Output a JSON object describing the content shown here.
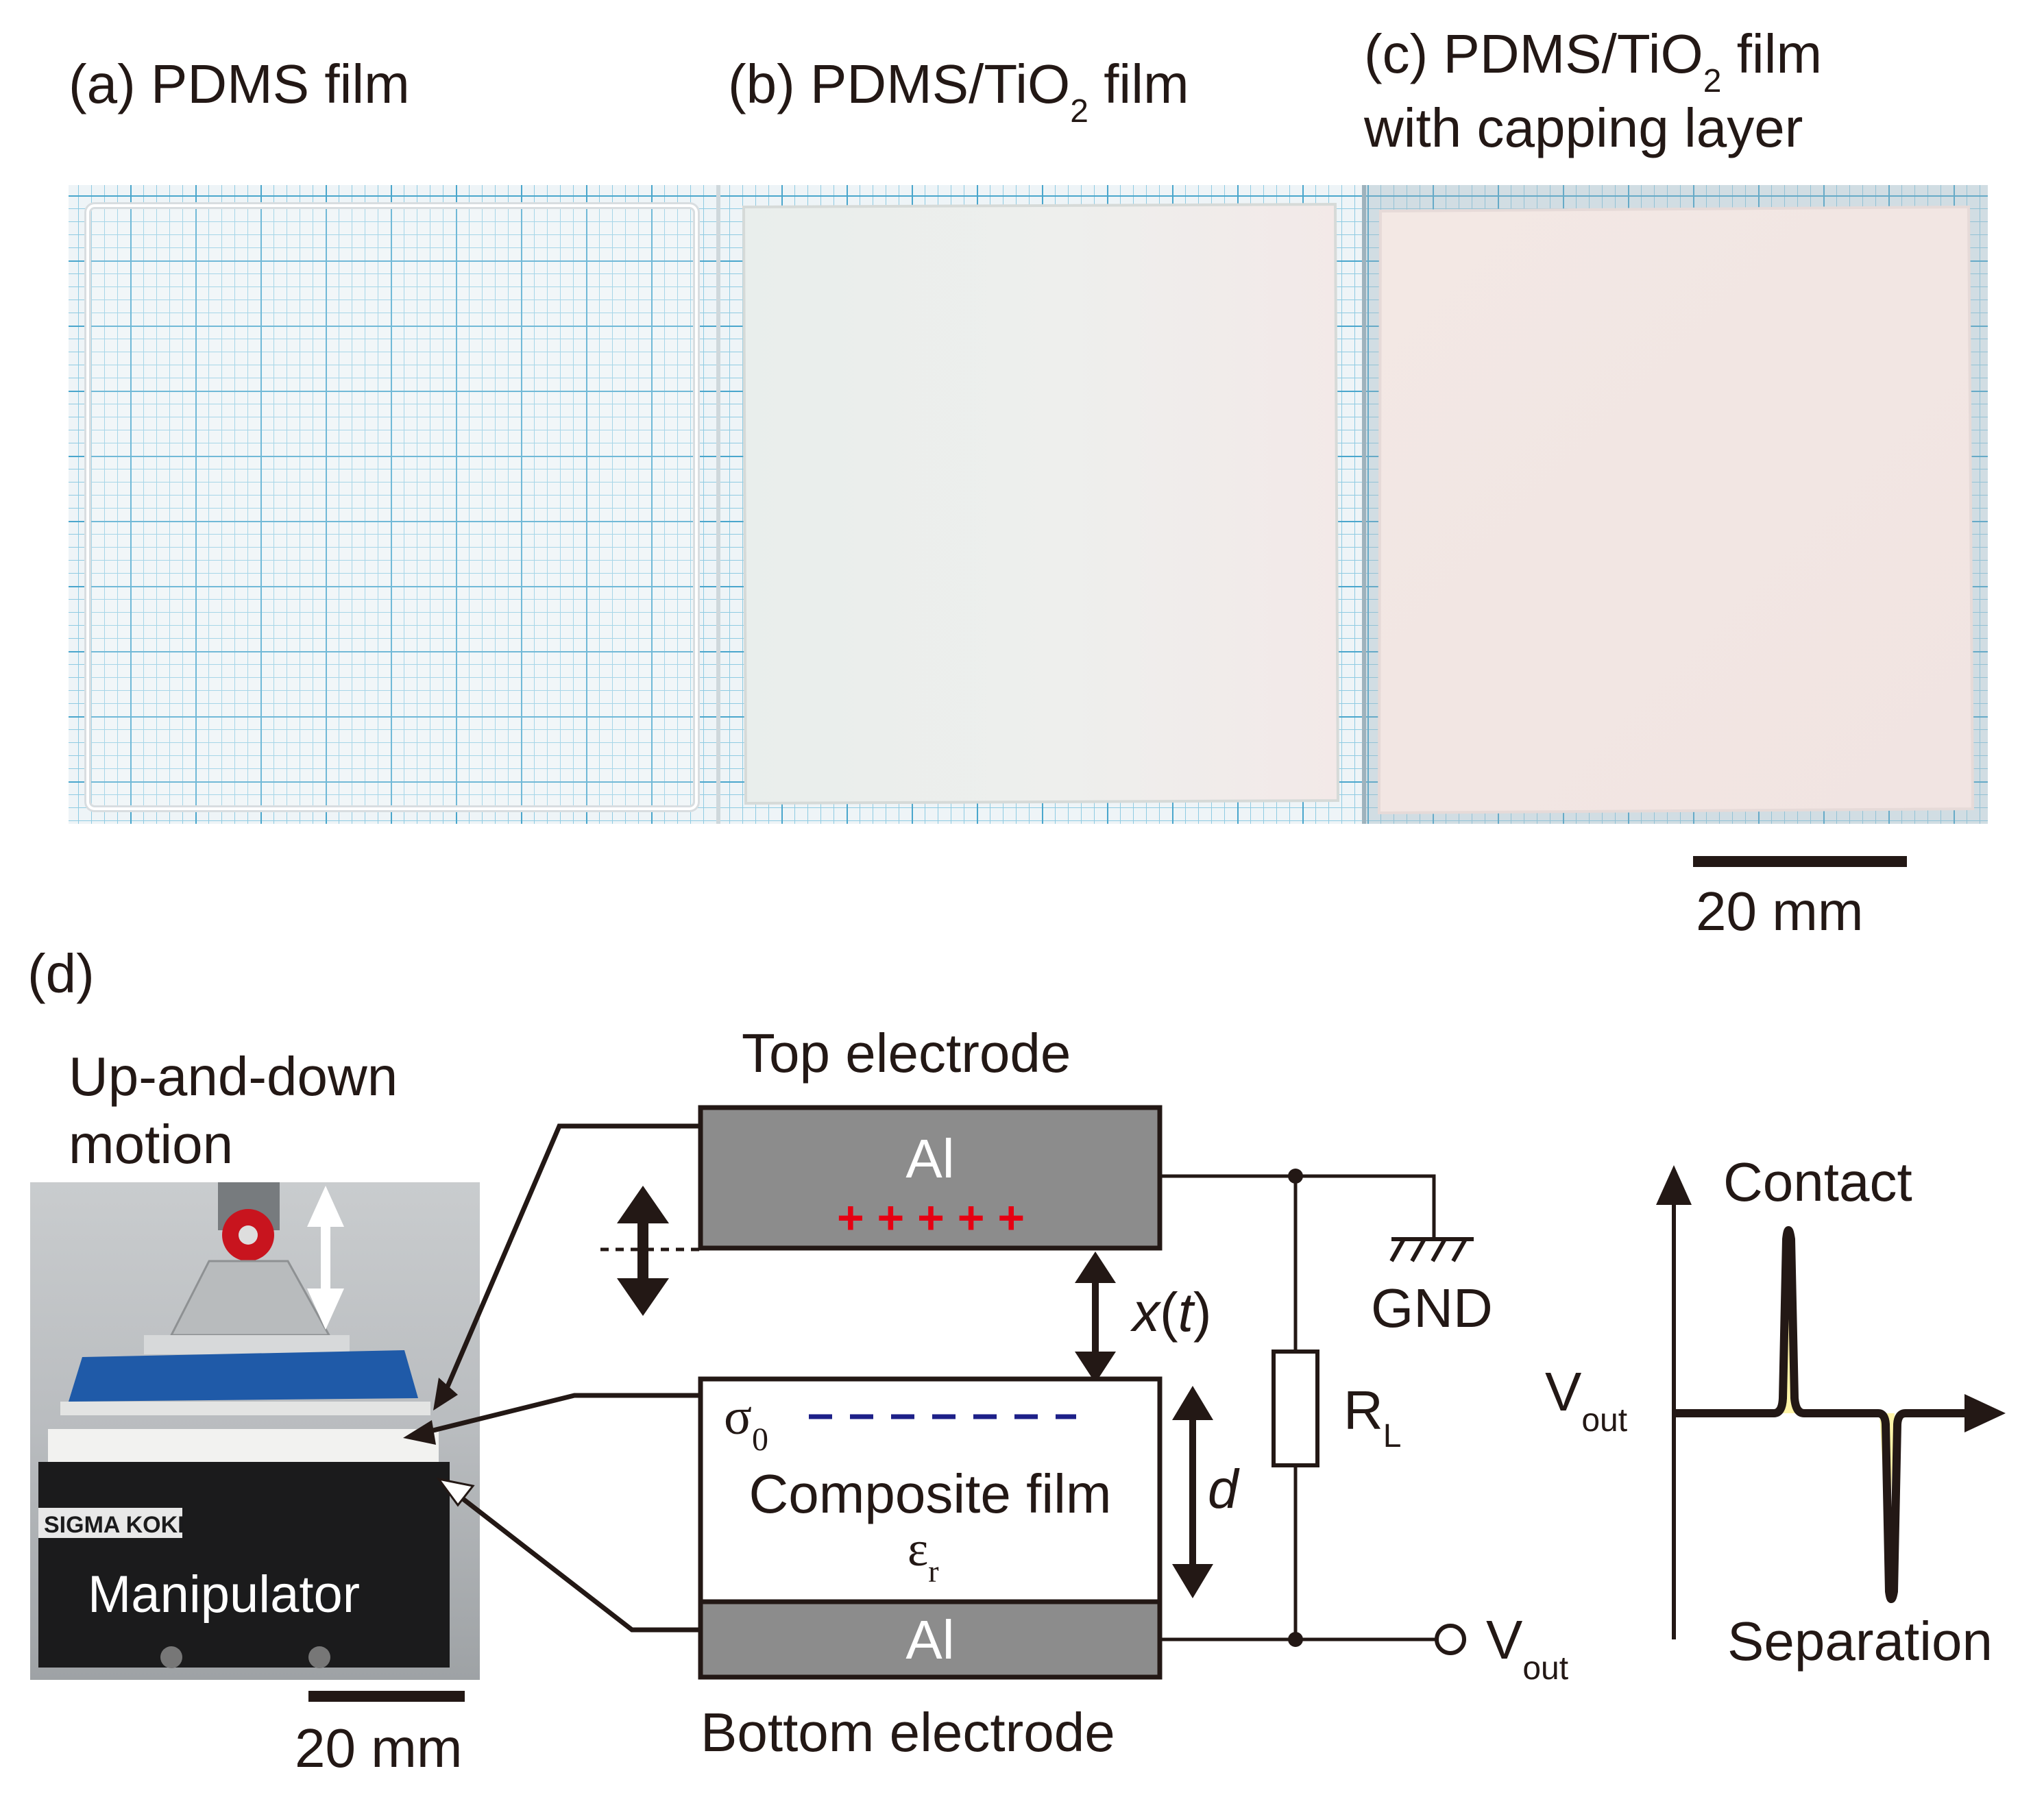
{
  "panel_a": {
    "label": "(a) PDMS film"
  },
  "panel_b": {
    "label_main": "(b) PDMS/TiO",
    "label_sub": "2",
    "label_end": " film"
  },
  "panel_c": {
    "line1_main": "(c) PDMS/TiO",
    "line1_sub": "2",
    "line1_end": " film",
    "line2": "with capping layer"
  },
  "scale_bar_top": {
    "label": "20 mm"
  },
  "panel_d": {
    "label": "(d)",
    "motion_label_1": "Up-and-down",
    "motion_label_2": "motion",
    "photo_brand": "SIGMA KOKI",
    "photo_label": "Manipulator",
    "scale_bar": "20 mm",
    "top_electrode": "Top electrode",
    "top_al": "Al",
    "plus_charges": "+ + + + +",
    "gap_main": "x",
    "gap_paren_open": "(",
    "gap_t": "t",
    "gap_paren_close": ")",
    "sigma_main": "σ",
    "sigma_sub": "0",
    "composite": "Composite film",
    "eps_main": "ε",
    "eps_sub": "r",
    "thickness": "d",
    "bottom_al": "Al",
    "bottom_electrode": "Bottom electrode",
    "gnd": "GND",
    "rl_main": "R",
    "rl_sub": "L",
    "vout_main": "V",
    "vout_sub": "out",
    "plot_v_main": "V",
    "plot_v_sub": "out",
    "contact": "Contact",
    "separation": "Separation"
  },
  "colors": {
    "grid_line": "#7ec3dc",
    "electrode_fill": "#8c8c8c",
    "plus": "#e60012",
    "minus": "#1d2088",
    "pulse_fill": "#fff4a8",
    "ink": "#231815"
  }
}
